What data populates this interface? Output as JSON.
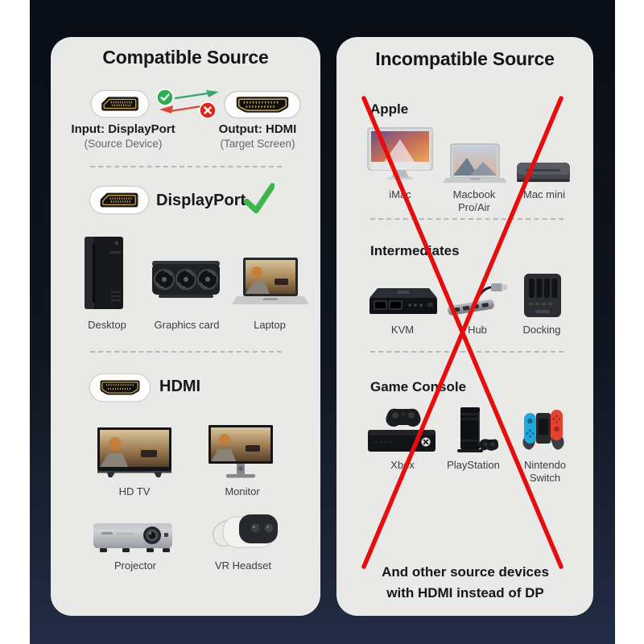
{
  "compatible_card": {
    "title": "Compatible Source",
    "io": {
      "input_title": "Input: DisplayPort",
      "input_subtitle": "(Source Device)",
      "output_title": "Output: HDMI",
      "output_subtitle": "(Target Screen)"
    },
    "displayport": {
      "label": "DisplayPort",
      "devices": [
        "Desktop",
        "Graphics card",
        "Laptop"
      ]
    },
    "hdmi": {
      "label": "HDMI",
      "devices": [
        "HD TV",
        "Monitor",
        "Projector",
        "VR Headset"
      ]
    }
  },
  "incompatible_card": {
    "title": "Incompatible Source",
    "sections": [
      {
        "heading": "Apple",
        "devices": [
          "iMac",
          "Macbook Pro/Air",
          "Mac mini"
        ]
      },
      {
        "heading": "Intermediates",
        "devices": [
          "KVM",
          "Hub",
          "Docking"
        ]
      },
      {
        "heading": "Game Console",
        "devices": [
          "Xbox",
          "PlayStation",
          "Nintendo Switch"
        ]
      }
    ],
    "footer": {
      "line1": "And other source devices",
      "line2": "with HDMI instead of DP"
    }
  },
  "colors": {
    "background_navy_top": "#0a0e16",
    "background_navy_bottom": "#212b42",
    "card_background": "#e9eae8",
    "check_green": "#3cb54a",
    "cross_red": "#e60d0c",
    "arrow_green": "#36a86d",
    "arrow_red": "#d8483c",
    "gold_pin": "#d3a94f"
  }
}
